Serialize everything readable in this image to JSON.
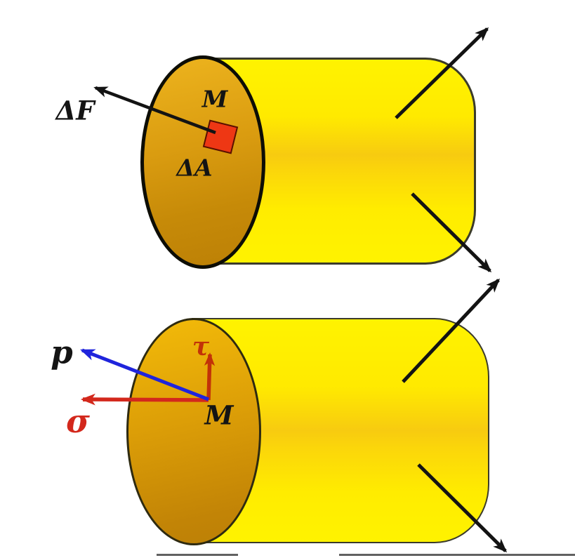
{
  "figure": {
    "description": "Stress at a point diagram: two sectioned bars",
    "top_cylinder": {
      "force_label": "ΔF",
      "point_label": "M",
      "area_label": "ΔA"
    },
    "bottom_cylinder": {
      "traction_label": "p",
      "sigma_label": "σ",
      "tau_label": "τ",
      "point_label": "M"
    }
  },
  "colors": {
    "body-yellow": "#FFF300",
    "body-yellow-mid": "#F7CB10",
    "face-gold-light": "#EDB41E",
    "face-gold-dark": "#BC8006",
    "outline-dark": "#0d0d05",
    "outline-soft": "#3b3b2b",
    "arrow-black": "#131313",
    "arrow-blue": "#1F24DC",
    "arrow-red": "#D3281C",
    "arrow-darkred": "#C23208",
    "square-red": "#EE3714",
    "square-red-border": "#5a1000",
    "label-black": "#141414"
  }
}
